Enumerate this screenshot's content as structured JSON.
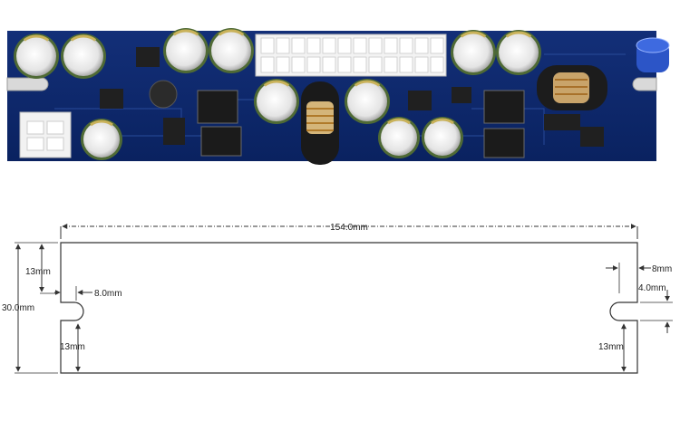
{
  "dimensions": {
    "length": "154.0mm",
    "width": "30.0mm",
    "slot_depth_left": "8.0mm",
    "slot_depth_right": "8mm",
    "slot_width": "4.0mm",
    "top_offset_left": "13mm",
    "bottom_offset_left": "13mm",
    "bottom_offset_right": "13mm"
  },
  "colors": {
    "pcb": "#0f2a6b",
    "outline": "#333333"
  }
}
